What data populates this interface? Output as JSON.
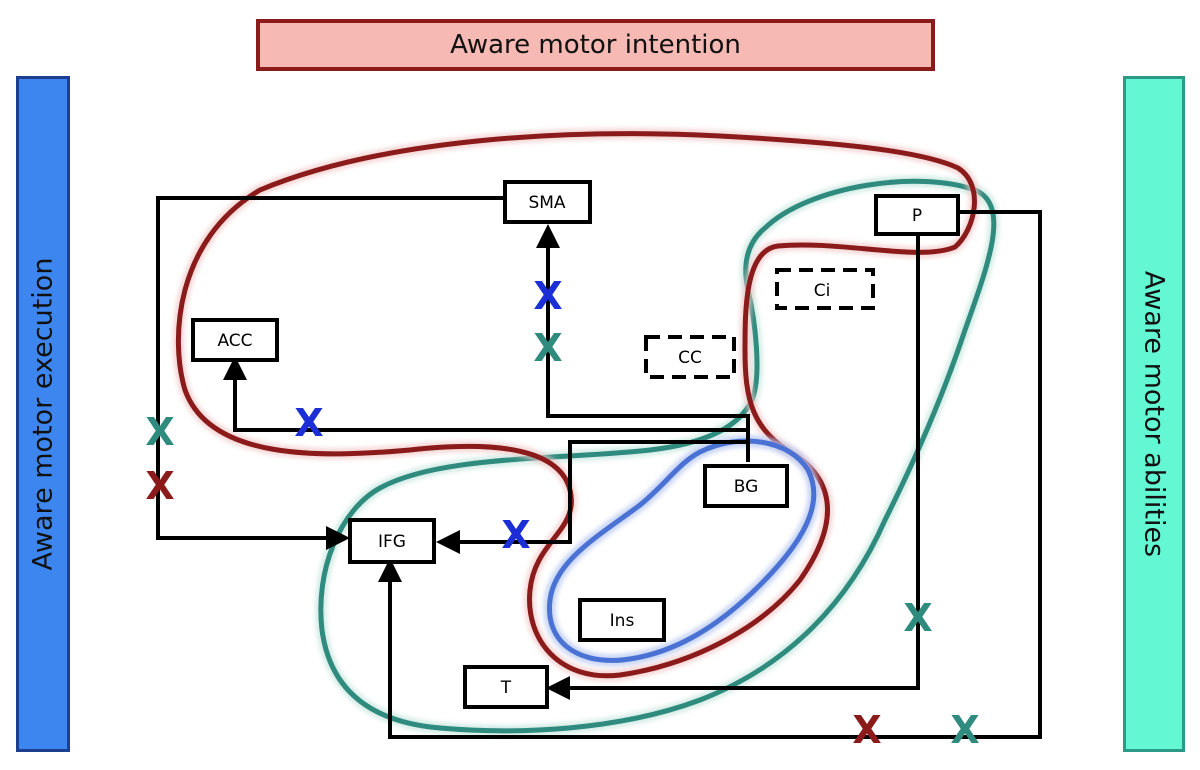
{
  "banners": {
    "top": "Aware motor intention",
    "left": "Aware motor execution",
    "right": "Aware motor abilities"
  },
  "nodes": {
    "sma": "SMA",
    "p": "P",
    "ci": "Ci",
    "acc": "ACC",
    "cc": "CC",
    "bg": "BG",
    "ifg": "IFG",
    "ins": "Ins",
    "t": "T"
  },
  "cross_mark": "X",
  "colors": {
    "intention_red": "#8b1a1a",
    "execution_blue": "#3d86f0",
    "abilities_teal": "#2e8b7e",
    "cross_blue": "#1c2fd6",
    "cross_teal": "#2e8b7e",
    "cross_red": "#8b1a1a",
    "insula_blue": "#4a72d4"
  },
  "icons": {
    "cross": "x-mark-icon",
    "arrow": "arrow-head-icon"
  }
}
